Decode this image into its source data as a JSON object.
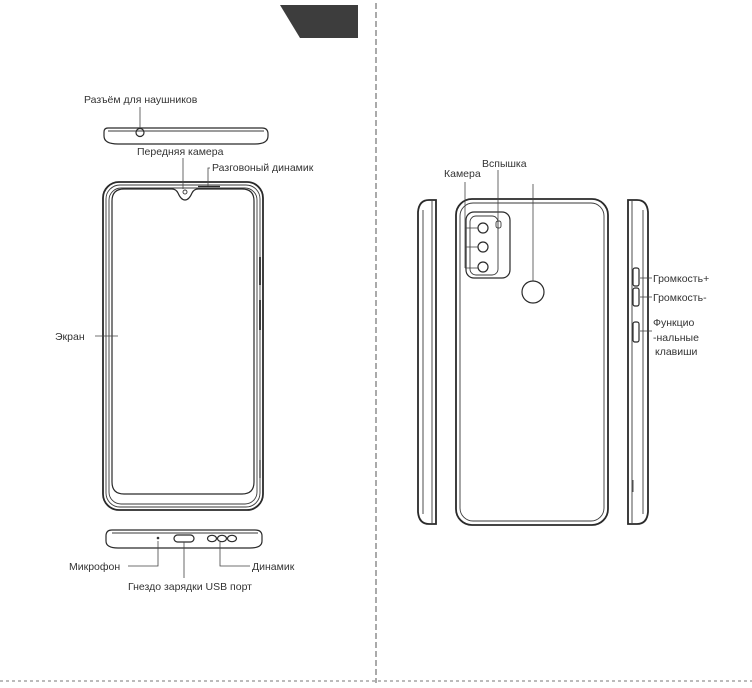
{
  "labels": {
    "headphone_jack": "Разъём для наушников",
    "front_camera": "Передняя камера",
    "earpiece": "Разговоный динамик",
    "screen": "Экран",
    "microphone": "Микрофон",
    "usb_port": "Гнездо зарядки USB порт",
    "speaker": "Динамик",
    "flash": "Вспышка",
    "camera": "Камера",
    "volume_up": "Громкость+",
    "volume_down": "Громкость-",
    "function_keys_line1": "Функцио",
    "function_keys_line2": "-нальные",
    "function_keys_line3": "клавиши"
  },
  "colors": {
    "line": "#2a2a2a",
    "text": "#333333",
    "header_tab": "#3d3d3d",
    "divider": "#555555"
  }
}
